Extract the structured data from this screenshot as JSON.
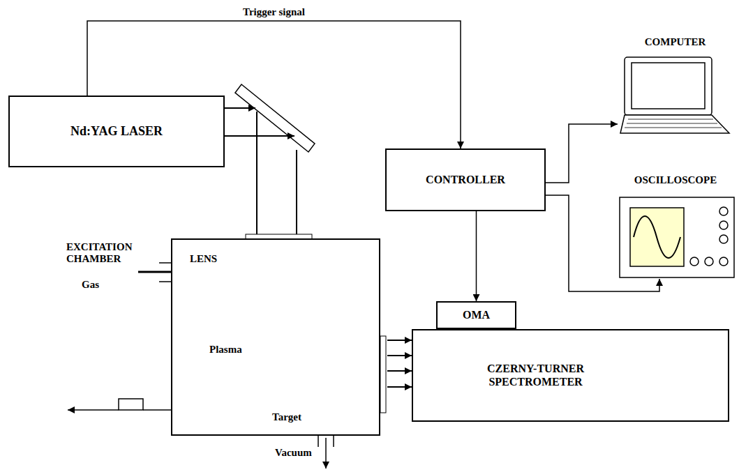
{
  "diagram": {
    "nodes": [
      {
        "text": [
          "Nd:YAG LASER"
        ]
      },
      {
        "text": [
          "CONTROLLER"
        ]
      },
      {
        "text": [
          "EXCITATION CHAMBER"
        ]
      },
      {
        "text": [
          "OMA"
        ]
      },
      {
        "text": [
          "CZERNY-TURNER SPECTROMETER"
        ]
      },
      {
        "text": [
          "COMPUTER"
        ]
      },
      {
        "text": [
          "OSCILLOSCOPE"
        ]
      }
    ],
    "edges": [
      {
        "from": 0,
        "to": 1,
        "arrow": "to",
        "label": "Trigger signal"
      },
      {
        "from": 1,
        "to": 5,
        "arrow": "to"
      },
      {
        "from": 1,
        "to": 6,
        "arrow": "to"
      },
      {
        "from": 1,
        "to": 3,
        "arrow": "to"
      },
      {
        "from": 2,
        "to": 4,
        "arrow": "to"
      },
      {
        "from": 2,
        "to": 4,
        "arrow": "to"
      },
      {
        "from": 2,
        "to": 4,
        "arrow": "to"
      },
      {
        "from": 2,
        "to": 4,
        "arrow": "to"
      }
    ],
    "labels": [
      "LENS",
      "Gas",
      "Plasma",
      "Target",
      "Vacuum"
    ]
  }
}
